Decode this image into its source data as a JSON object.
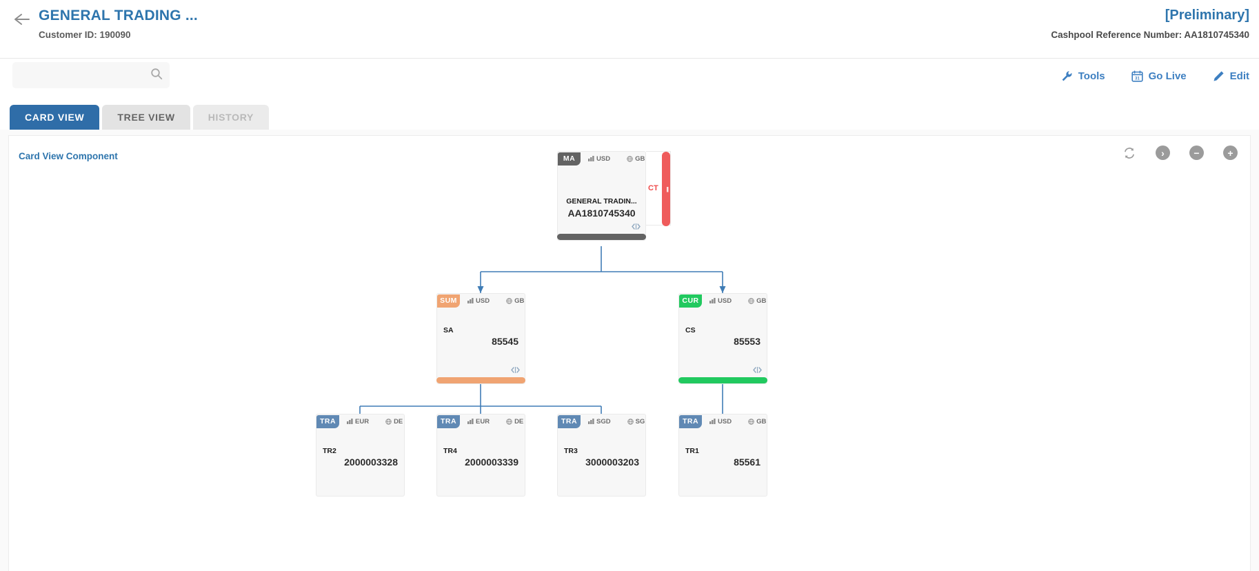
{
  "header": {
    "back_icon": "arrow-left-icon",
    "title": "GENERAL TRADING ...",
    "customer_id": "Customer ID: 190090",
    "status": "[Preliminary]",
    "cashpool_reference": "Cashpool Reference Number: AA1810745340"
  },
  "toolbar": {
    "search_placeholder": "",
    "search_value": "",
    "search_icon": "search-icon",
    "actions": [
      {
        "label": "Tools",
        "icon": "wrench-icon"
      },
      {
        "label": "Go Live",
        "icon": "calendar-icon"
      },
      {
        "label": "Edit",
        "icon": "pencil-icon"
      }
    ]
  },
  "tabs": [
    {
      "label": "CARD VIEW",
      "state": "active"
    },
    {
      "label": "TREE VIEW",
      "state": "inactive"
    },
    {
      "label": "HISTORY",
      "state": "disabled"
    }
  ],
  "panel": {
    "title": "Card View Component",
    "controls": [
      {
        "name": "refresh-icon",
        "glyph": ""
      },
      {
        "name": "chevron-right-icon",
        "glyph": "›"
      },
      {
        "name": "zoom-out-icon",
        "glyph": "−"
      },
      {
        "name": "zoom-in-icon",
        "glyph": "+"
      }
    ]
  },
  "diagram": {
    "nodes": [
      {
        "id": "ma",
        "type": "MA",
        "currency": "USD",
        "country": "GB",
        "name": "GENERAL TRADIN...",
        "value": "AA1810745340",
        "layout": "center",
        "ct_label": "CT"
      },
      {
        "id": "sum",
        "type": "SUM",
        "currency": "USD",
        "country": "GB",
        "name": "SA",
        "value": "85545",
        "layout": "split"
      },
      {
        "id": "cur",
        "type": "CUR",
        "currency": "USD",
        "country": "GB",
        "name": "CS",
        "value": "85553",
        "layout": "split"
      },
      {
        "id": "tr2",
        "type": "TRA",
        "currency": "EUR",
        "country": "DE",
        "name": "TR2",
        "value": "2000003328",
        "layout": "split"
      },
      {
        "id": "tr4",
        "type": "TRA",
        "currency": "EUR",
        "country": "DE",
        "name": "TR4",
        "value": "2000003339",
        "layout": "split"
      },
      {
        "id": "tr3",
        "type": "TRA",
        "currency": "SGD",
        "country": "SG",
        "name": "TR3",
        "value": "3000003203",
        "layout": "split"
      },
      {
        "id": "tr1",
        "type": "TRA",
        "currency": "USD",
        "country": "GB",
        "name": "TR1",
        "value": "85561",
        "layout": "split"
      }
    ]
  },
  "colors": {
    "brand_blue": "#2e75ad",
    "tab_active": "#2f6da8",
    "badge_ma": "#636363",
    "badge_sum": "#f0a472",
    "badge_cur": "#21c95f",
    "badge_tra": "#6089b4",
    "ct_red": "#ef5b5b",
    "edge_blue": "#3f7cb5"
  }
}
